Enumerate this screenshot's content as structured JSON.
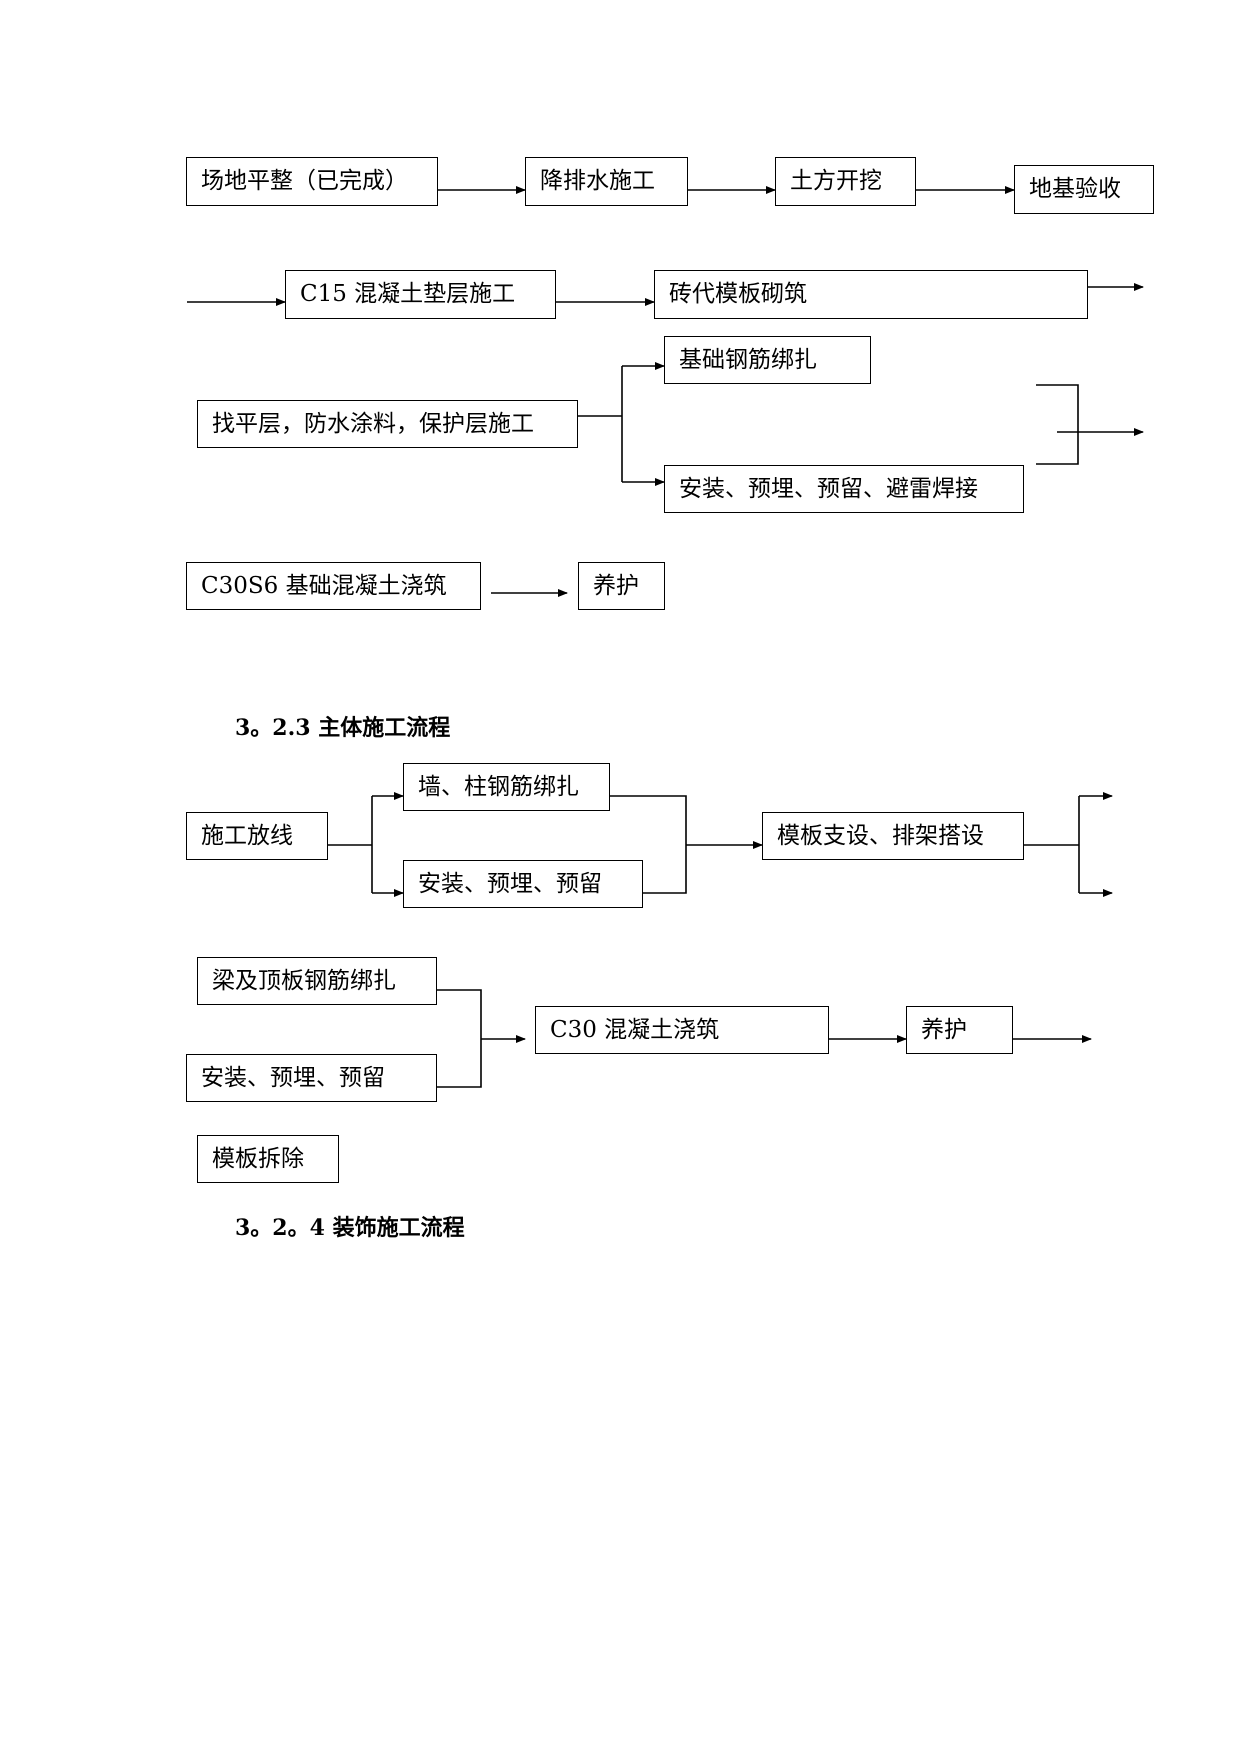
{
  "foundation_flow": {
    "site_leveling": "场地平整（已完成）",
    "dewatering": "降排水施工",
    "earth_excavation": "土方开挖",
    "foundation_inspection": "地基验收",
    "c15_cushion": "C15 混凝土垫层施工",
    "brick_formwork": "砖代模板砌筑",
    "leveling_waterproof": "找平层，防水涂料，保护层施工",
    "foundation_rebar": "基础钢筋绑扎",
    "install_embed_lightning": "安装、预埋、预留、避雷焊接",
    "c30s6_pour": "C30S6 基础混凝土浇筑",
    "curing": "养护"
  },
  "main_structure_heading": "3。2.3 主体施工流程",
  "main_structure_flow": {
    "setting_out": "施工放线",
    "wall_column_rebar": "墙、柱钢筋绑扎",
    "install_embed_1": "安装、预埋、预留",
    "formwork_scaffold": "模板支设、排架搭设",
    "beam_slab_rebar": "梁及顶板钢筋绑扎",
    "install_embed_2": "安装、预埋、预留",
    "c30_pour": "C30 混凝土浇筑",
    "curing": "养护",
    "formwork_removal": "模板拆除"
  },
  "decoration_heading": "3。2。4 装饰施工流程"
}
